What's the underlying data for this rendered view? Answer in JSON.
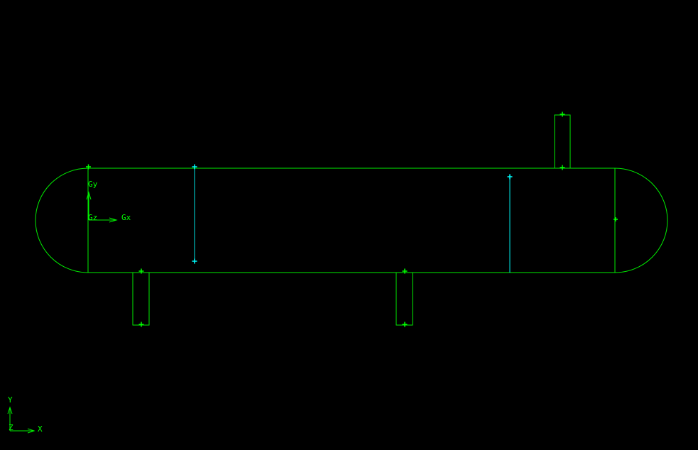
{
  "colors": {
    "background": "#000000",
    "outline": "#00ff00",
    "marker": "#00ff00",
    "inner_line": "#00ffff",
    "label": "#00ff00"
  },
  "local_axes": {
    "y_label": "Gy",
    "z_label": "Gz",
    "x_label": "Gx"
  },
  "global_axes": {
    "y_label": "Y",
    "z_label": "Z",
    "x_label": "X"
  },
  "icons": {
    "vessel": "horizontal-vessel-wireframe",
    "nozzle": "nozzle-rectangle",
    "marker": "plus-marker"
  }
}
